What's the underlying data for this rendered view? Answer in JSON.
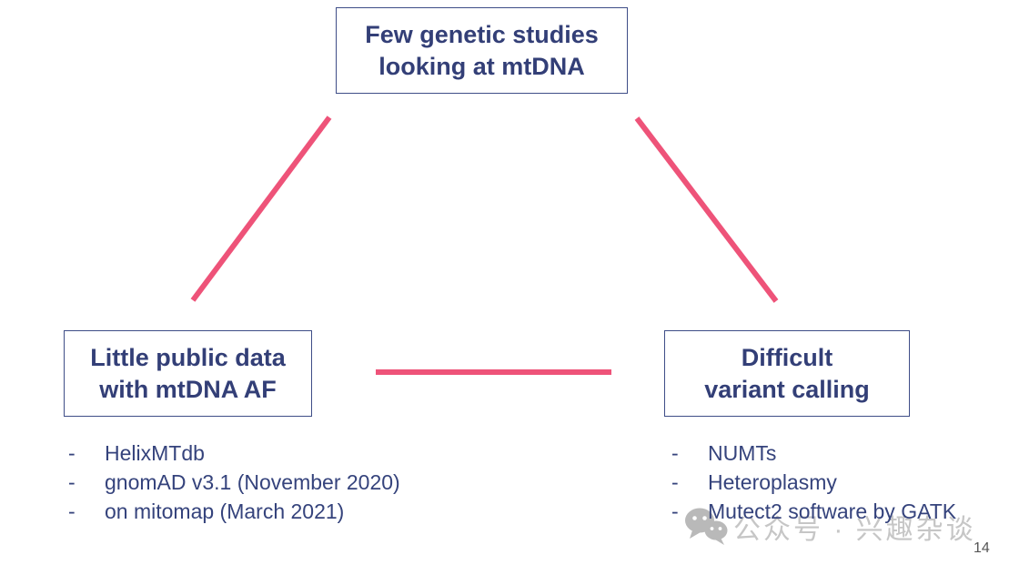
{
  "slide": {
    "background_color": "#ffffff",
    "accent_color": "#ee5379",
    "node_text_color": "#333f77",
    "node_border_color": "#3e4d87",
    "list_text_color": "#35437c",
    "watermark_color": "#c6c6c6",
    "page_number": "14"
  },
  "nodes": {
    "top": {
      "lines": [
        "Few genetic studies",
        "looking at mtDNA"
      ]
    },
    "bottom_left": {
      "lines": [
        "Little public data",
        "with mtDNA AF"
      ]
    },
    "bottom_right": {
      "lines": [
        "Difficult",
        "variant calling"
      ]
    }
  },
  "lists": {
    "bottom_left": {
      "marker": "-",
      "items": [
        "HelixMTdb",
        "gnomAD v3.1 (November 2020)",
        "on mitomap (March 2021)"
      ]
    },
    "bottom_right": {
      "marker": "-",
      "items": [
        "NUMTs",
        "Heteroplasmy",
        "Mutect2 software by GATK"
      ]
    }
  },
  "watermark": {
    "icon": "wechat-icon",
    "text": "公众号 · 兴趣杂谈"
  }
}
